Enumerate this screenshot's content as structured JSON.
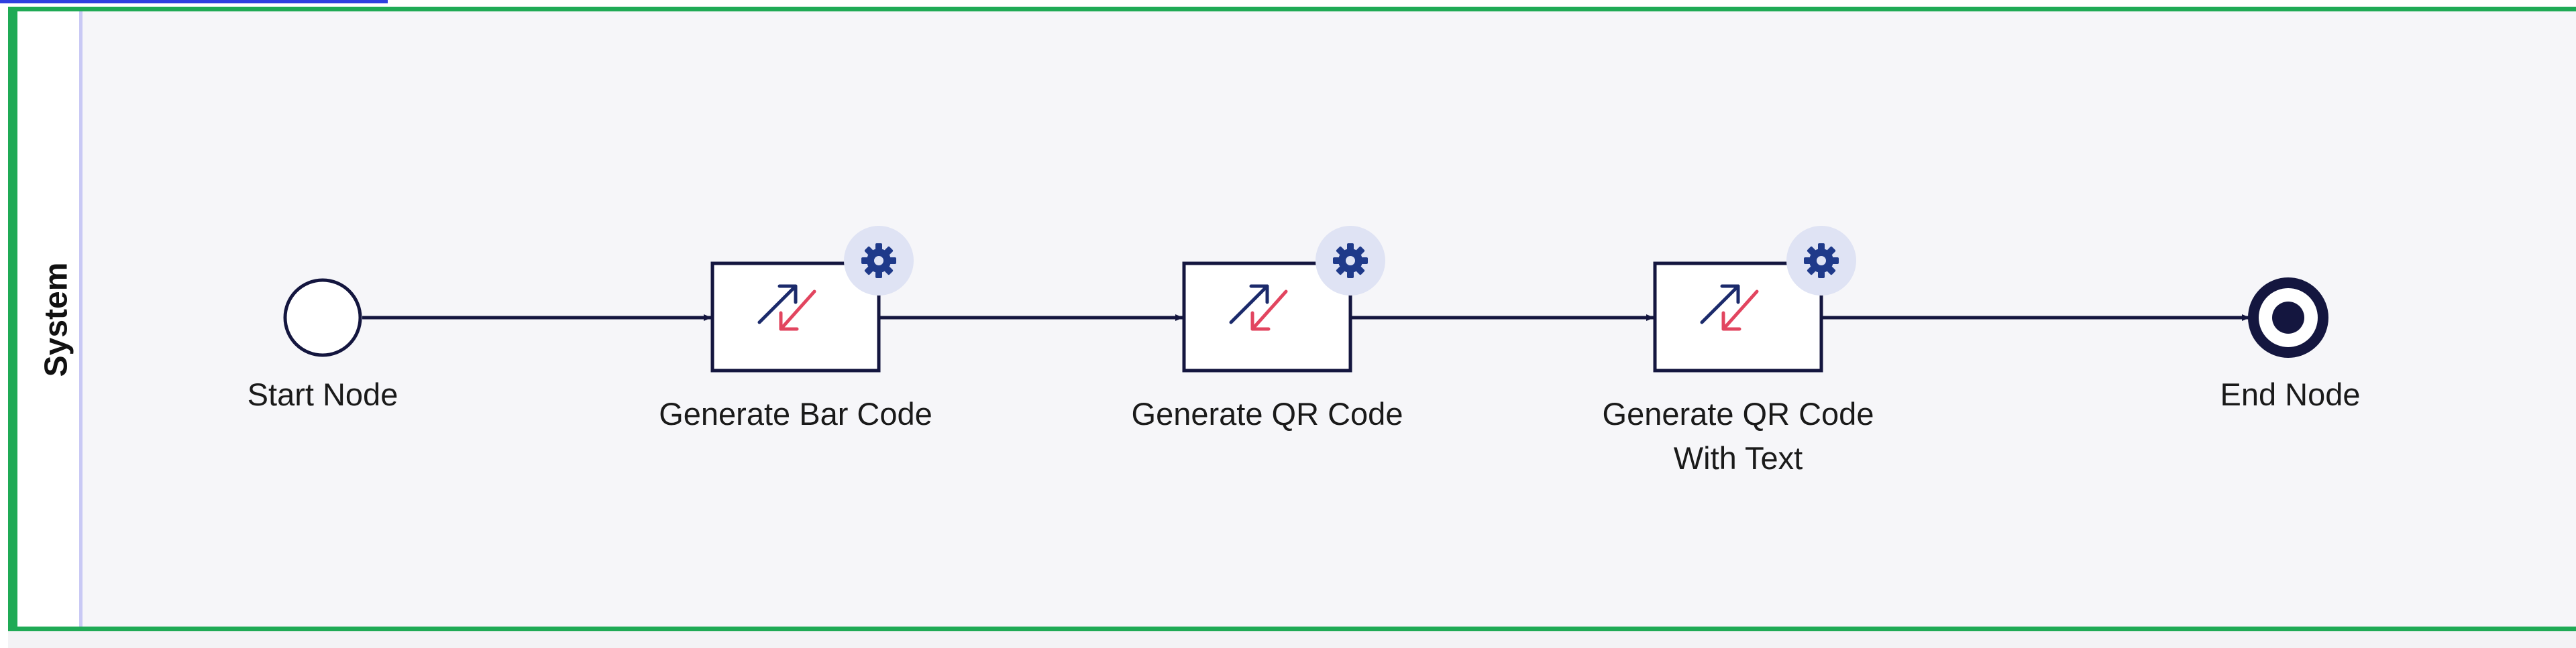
{
  "lane": {
    "title": "System"
  },
  "nodes": {
    "start": {
      "label": "Start Node",
      "icon": "circle-start-icon"
    },
    "task1": {
      "label": "Generate Bar Code",
      "icon": "transfer-arrows-icon",
      "badge_icon": "gear-icon"
    },
    "task2": {
      "label": "Generate QR Code",
      "icon": "transfer-arrows-icon",
      "badge_icon": "gear-icon"
    },
    "task3": {
      "label_line1": "Generate QR Code",
      "label_line2": "With Text",
      "icon": "transfer-arrows-icon",
      "badge_icon": "gear-icon"
    },
    "end": {
      "label": "End Node",
      "icon": "circle-end-icon"
    }
  },
  "colors": {
    "pool_border": "#1faa55",
    "lane_divider": "#c9c9f5",
    "canvas_bg": "#f6f6f9",
    "flow_line": "#14163f",
    "task_border": "#14163f",
    "arrow_dark": "#1b2a6b",
    "arrow_red": "#e2455f",
    "gear": "#1f3a8a",
    "gear_bg": "#dfe3f4"
  }
}
